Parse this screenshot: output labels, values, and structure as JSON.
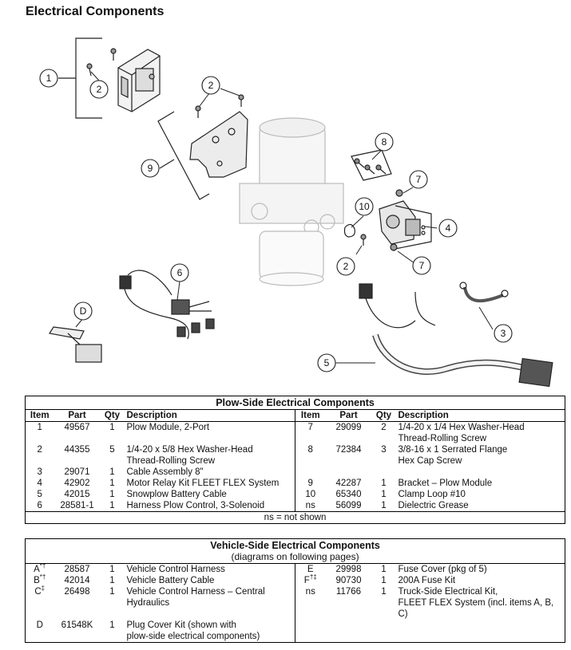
{
  "page_title": "Electrical Components",
  "callouts": [
    "1",
    "2",
    "2",
    "2",
    "3",
    "4",
    "5",
    "6",
    "7",
    "7",
    "8",
    "9",
    "10",
    "D"
  ],
  "plow_table": {
    "title": "Plow-Side Electrical Components",
    "headers": {
      "item": "Item",
      "part": "Part",
      "qty": "Qty",
      "description": "Description"
    },
    "rows": [
      {
        "l": {
          "item": "1",
          "part": "49567",
          "qty": "1",
          "desc": "Plow Module, 2-Port"
        },
        "r": {
          "item": "7",
          "part": "29099",
          "qty": "2",
          "desc": "1/4-20 x 1/4 Hex Washer-Head",
          "desc2": "Thread-Rolling Screw"
        }
      },
      {
        "l": {
          "item": "2",
          "part": "44355",
          "qty": "5",
          "desc": "1/4-20 x 5/8 Hex Washer-Head",
          "desc2": "Thread-Rolling Screw"
        },
        "r": {
          "item": "8",
          "part": "72384",
          "qty": "3",
          "desc": "3/8-16 x 1 Serrated Flange",
          "desc2": "Hex Cap Screw"
        }
      },
      {
        "l": {
          "item": "3",
          "part": "29071",
          "qty": "1",
          "desc": "Cable Assembly 8\""
        },
        "r": {
          "item": "",
          "part": "",
          "qty": "",
          "desc": ""
        }
      },
      {
        "l": {
          "item": "4",
          "part": "42902",
          "qty": "1",
          "desc": "Motor Relay Kit FLEET FLEX System"
        },
        "r": {
          "item": "9",
          "part": "42287",
          "qty": "1",
          "desc": "Bracket – Plow Module"
        }
      },
      {
        "l": {
          "item": "5",
          "part": "42015",
          "qty": "1",
          "desc": "Snowplow Battery Cable"
        },
        "r": {
          "item": "10",
          "part": "65340",
          "qty": "1",
          "desc": "Clamp Loop #10"
        }
      },
      {
        "l": {
          "item": "6",
          "part": "28581-1",
          "qty": "1",
          "desc": "Harness Plow Control, 3-Solenoid"
        },
        "r": {
          "item": "ns",
          "part": "56099",
          "qty": "1",
          "desc": "Dielectric Grease"
        }
      }
    ],
    "note": "ns = not shown"
  },
  "vehicle_table": {
    "title": "Vehicle-Side Electrical Components",
    "subtitle": "(diagrams on following pages)",
    "rows": [
      {
        "l": {
          "item": "A",
          "sup": "*†",
          "part": "28587",
          "qty": "1",
          "desc": "Vehicle Control Harness"
        },
        "r": {
          "item": "E",
          "sup": "",
          "part": "29998",
          "qty": "1",
          "desc": "Fuse Cover (pkg of 5)"
        }
      },
      {
        "l": {
          "item": "B",
          "sup": "*†",
          "part": "42014",
          "qty": "1",
          "desc": "Vehicle Battery Cable"
        },
        "r": {
          "item": "F",
          "sup": "†‡",
          "part": "90730",
          "qty": "1",
          "desc": "200A Fuse Kit"
        }
      },
      {
        "l": {
          "item": "C",
          "sup": "‡",
          "part": "26498",
          "qty": "1",
          "desc": "Vehicle Control Harness – Central",
          "desc2": "Hydraulics"
        },
        "r": {
          "item": "ns",
          "sup": "",
          "part": "11766",
          "qty": "1",
          "desc": "Truck-Side Electrical Kit,",
          "desc2": "FLEET FLEX System (incl. items A, B, C)"
        }
      },
      {
        "l": {
          "item": "D",
          "sup": "",
          "part": "61548K",
          "qty": "1",
          "desc": "Plug Cover Kit (shown with",
          "desc2": "plow-side electrical components)"
        },
        "r": {
          "item": "",
          "sup": "",
          "part": "",
          "qty": "",
          "desc": ""
        }
      }
    ]
  }
}
